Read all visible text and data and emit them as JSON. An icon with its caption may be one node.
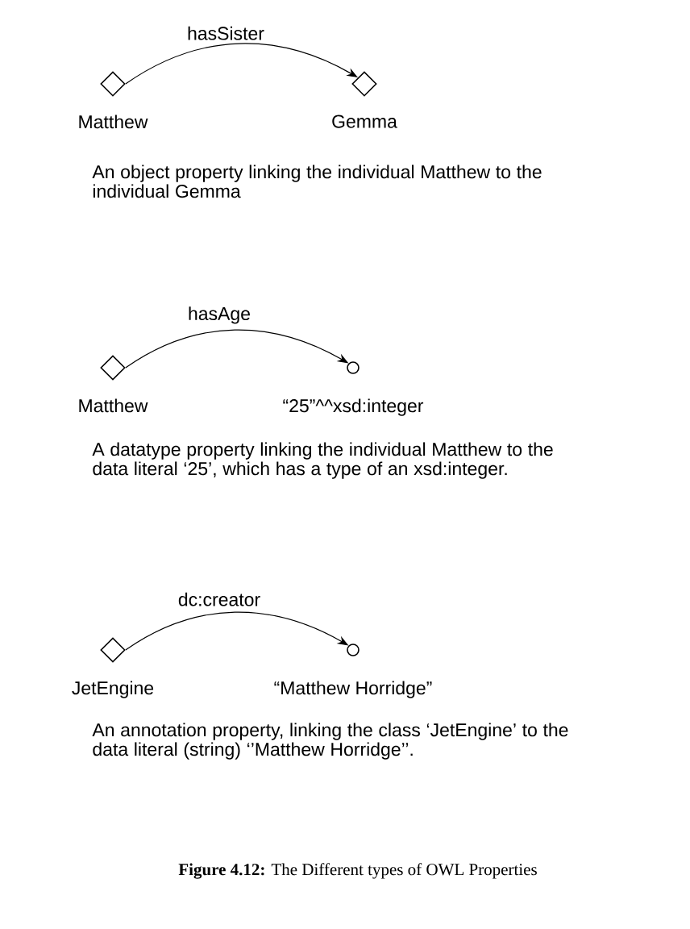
{
  "diagram": {
    "caption": "**Figure 4.12:** The Different types of OWL Properties",
    "nodes": [
      {
        "text": [],
        "shape": "diamond",
        "beside": [
          "Matthew"
        ]
      },
      {
        "text": [],
        "shape": "diamond",
        "beside": [
          "Gemma"
        ]
      },
      {
        "text": [],
        "shape": "diamond",
        "beside": [
          "Matthew"
        ]
      },
      {
        "text": [],
        "shape": "circle",
        "beside": [
          "“25”^^xsd:integer"
        ]
      },
      {
        "text": [],
        "shape": "diamond",
        "beside": [
          "JetEngine"
        ]
      },
      {
        "text": [],
        "shape": "circle",
        "beside": [
          "“Matthew Horridge”"
        ]
      }
    ],
    "edges": [
      {
        "from": 0,
        "to": 1,
        "arrow": "to",
        "label": "hasSister"
      },
      {
        "from": 2,
        "to": 3,
        "arrow": "to",
        "label": "hasAge"
      },
      {
        "from": 4,
        "to": 5,
        "arrow": "to",
        "label": "dc:creator"
      }
    ],
    "labels": [
      "An object property linking the individual Matthew to the individual Gemma",
      "A datatype property linking the individual Matthew to the data literal ‘25’, which has a type of an xsd:integer.",
      "An annotation property, linking the class ‘JetEngine’ to the data literal (string) ‘’Matthew Horridge’’."
    ]
  }
}
